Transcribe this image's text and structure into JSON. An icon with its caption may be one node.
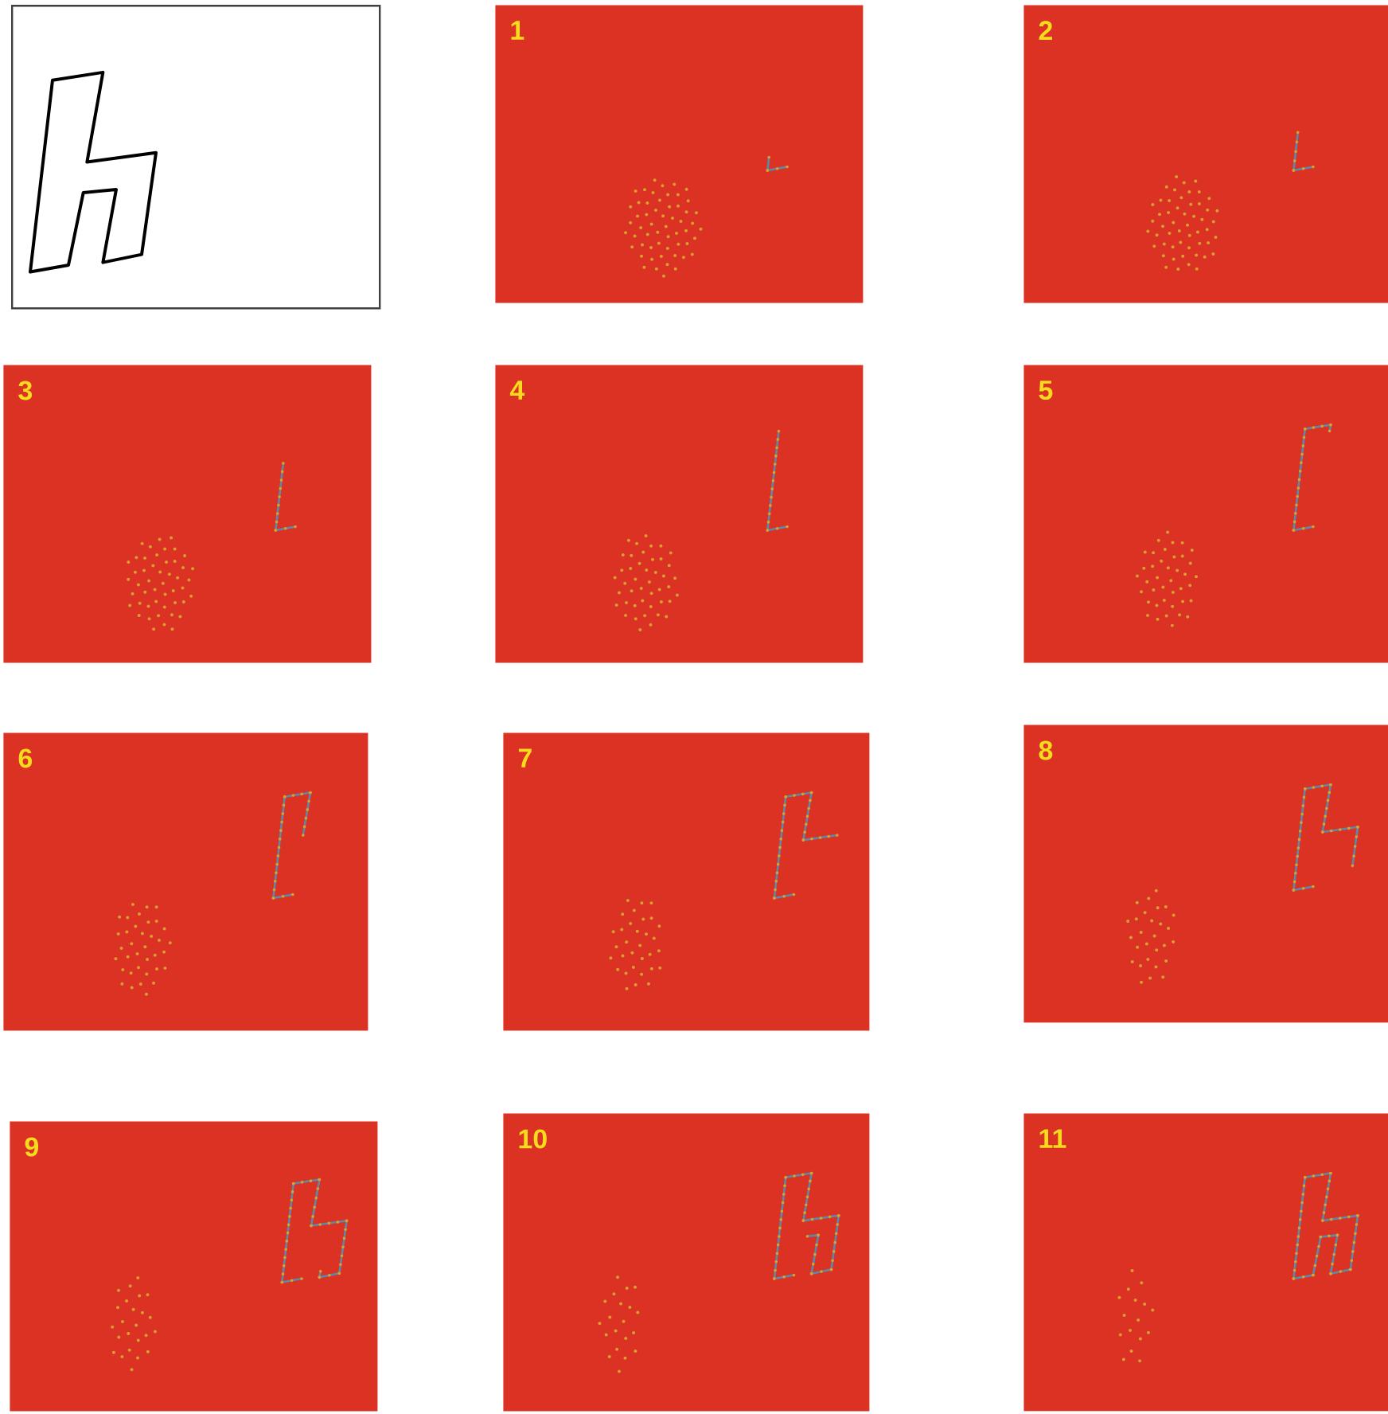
{
  "diagram": {
    "nodes": [
      {
        "text": [],
        "shape": "box"
      },
      {
        "text": [
          "1"
        ]
      },
      {
        "text": [
          "2"
        ]
      },
      {
        "text": [
          "3"
        ]
      },
      {
        "text": [
          "4"
        ]
      },
      {
        "text": [
          "5"
        ]
      },
      {
        "text": [
          "6"
        ]
      },
      {
        "text": [
          "7"
        ]
      },
      {
        "text": [
          "8"
        ]
      },
      {
        "text": [
          "9"
        ]
      },
      {
        "text": [
          "10"
        ]
      },
      {
        "text": [
          "11"
        ]
      }
    ]
  }
}
